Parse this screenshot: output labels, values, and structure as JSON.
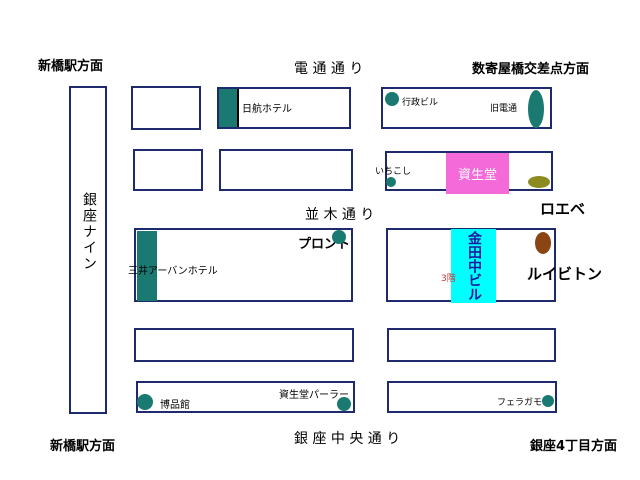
{
  "colors": {
    "block_border": "#1f2a6e",
    "teal": "#1a7a72",
    "pink": "#f46ad8",
    "cyan": "#00ffff",
    "olive": "#8b8b20",
    "brown": "#8b4513",
    "dark_blue_text": "#1a1aa0",
    "red_text": "#cc3333",
    "white_text": "#ffffff"
  },
  "directions": {
    "top_left": "新橋駅方面",
    "top_right": "数寄屋橋交差点方面",
    "bottom_left": "新橋駅方面",
    "bottom_right": "銀座4丁目方面"
  },
  "streets": {
    "top": "電 通 通 り",
    "middle": "並 木 通 り",
    "bottom": "銀 座 中 央 通 り",
    "left_vertical": "銀座ナイン"
  },
  "places": {
    "nikko_hotel": "日航ホテル",
    "gyosei_bldg": "行政ビル",
    "kyu_dentsu": "旧電通",
    "ichikoshi": "いちこし",
    "shiseido": "資生堂",
    "roebe": "ロエベ",
    "pronto": "プロント",
    "mitsui_urban": "三井アーバンホテル",
    "kanetanaka": "金田中ビル",
    "kanetanaka_floor": "3階",
    "louis_vuitton": "ルイビトン",
    "hakuhinkan": "博品館",
    "shiseido_parlour": "資生堂パーラー",
    "ferragamo": "フェラガモ"
  }
}
